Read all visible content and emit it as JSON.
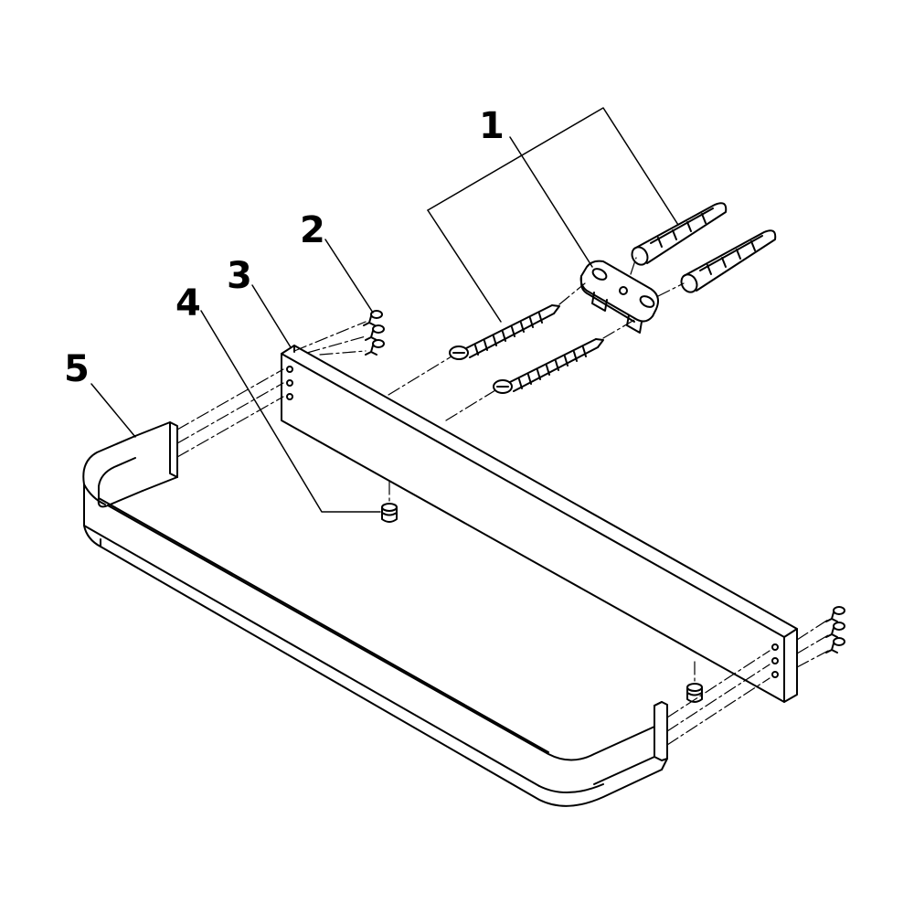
{
  "diagram": {
    "type": "exploded-assembly-drawing",
    "line_color": "#000000",
    "background_color": "#ffffff",
    "callouts": [
      {
        "id": "1",
        "label": "1",
        "parts": [
          "wall-screw",
          "wall-dowel",
          "mounting-bracket"
        ]
      },
      {
        "id": "2",
        "label": "2",
        "parts": [
          "small-fixing-screws"
        ]
      },
      {
        "id": "3",
        "label": "3",
        "parts": [
          "back-rail"
        ]
      },
      {
        "id": "4",
        "label": "4",
        "parts": [
          "bumper-plug"
        ]
      },
      {
        "id": "5",
        "label": "5",
        "parts": [
          "towel-bar-frame"
        ]
      }
    ]
  }
}
